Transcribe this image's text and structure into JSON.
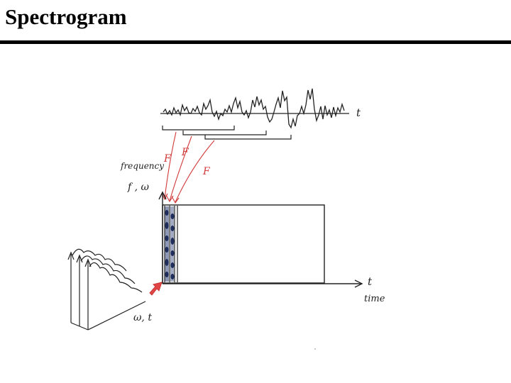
{
  "slide": {
    "title": "Spectrogram"
  },
  "sketch": {
    "signal_axis_label": "t",
    "window_label_1": "F",
    "window_label_2": "F",
    "window_label_3": "F",
    "frequency_axis_label": "frequency",
    "frequency_symbols": "f , ω",
    "time_axis_symbol": "t",
    "time_axis_label": "time",
    "spectra_axis_label": "ω, t"
  },
  "colors": {
    "ink": "#222222",
    "transform_arrows": "#d23a3a",
    "spectral_fill": "#33457a",
    "pointer_arrow": "#e04646"
  }
}
